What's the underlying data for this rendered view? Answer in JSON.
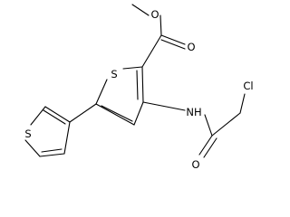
{
  "atom_labels": {
    "s_thiophene_core": "S",
    "s_thiophene_outer": "S",
    "o_ester_single": "O",
    "o_ester_carbonyl": "O",
    "nh_amide": "NH",
    "o_amide_carbonyl": "O",
    "cl": "Cl"
  },
  "colors": {
    "bond": "#000000",
    "text": "#000000",
    "background": "#ffffff"
  }
}
